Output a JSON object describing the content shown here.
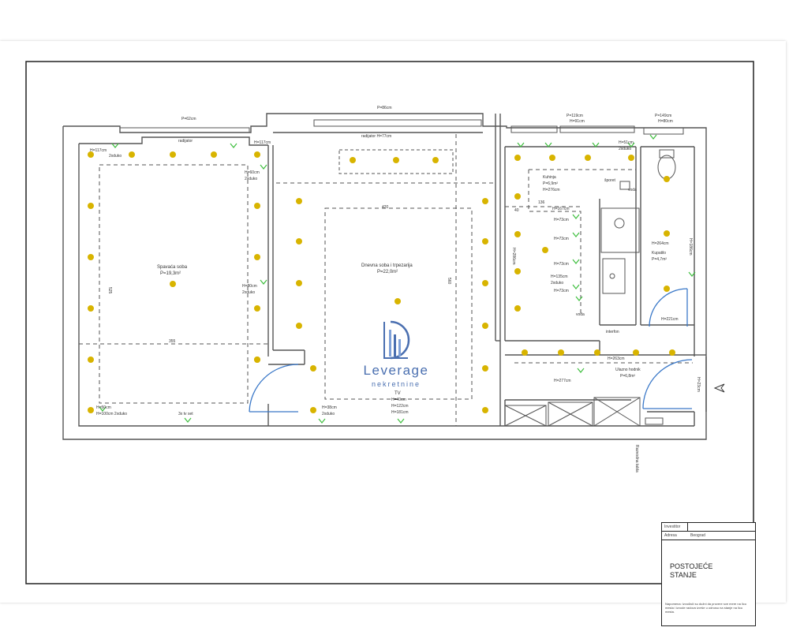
{
  "plan": {
    "colors": {
      "wall": "#555555",
      "lamp": "#d8b400",
      "switch": "#3fbf3f",
      "door": "#3a78c8",
      "dash": "#555555"
    },
    "top_labels": {
      "win1": "P=62cm",
      "win2": "P=86cm",
      "win3": "P=119cm",
      "win3b": "H=91cm",
      "win4": "P=149cm",
      "win4b": "H=80cm",
      "radiator1": "radijator",
      "radiator2": "radijator H=77cm"
    },
    "bedroom": {
      "name": "Spavaća soba",
      "area": "P=19,3m²",
      "h1": "H=117cm",
      "h2": "2xduko",
      "h3": "H=117cm",
      "h4": "H=60cm",
      "h5": "2xduko",
      "h6": "H=80cm",
      "h7": "2xduko",
      "h8": "H=50cm",
      "h9": "H=100cm 2xduko",
      "h10": "3x tv set",
      "dim": "355",
      "dim_v": "525"
    },
    "living": {
      "name": "Dnevna soba i trpezarija",
      "area": "P=22,0m²",
      "dim": "420",
      "dim_v": "560",
      "tv": "TV",
      "tv2": "H=40cm",
      "tv3": "H=122cm",
      "tv4": "H=181cm",
      "h1": "H=38cm",
      "h2": "2xduko"
    },
    "kitchen": {
      "name": "Kuhinja",
      "area": "P=6,9m²",
      "h": "H=276cm",
      "stove": "šporet",
      "sink": "voda",
      "h1": "H=167cm",
      "h2": "H=73cm",
      "h3": "H=73cm",
      "h4": "H=73cm",
      "h5": "H=135cm",
      "h6": "2xduko",
      "h7": "H=73cm",
      "h8": "136",
      "h9": "H=286cm",
      "water": "voda",
      "h10": "H=51cm",
      "h11": "2xduko",
      "dim1": "40"
    },
    "bath": {
      "name": "Kupatilo",
      "area": "P=4,7m²",
      "h": "H=264cm",
      "h2": "H=221cm",
      "h3": "H=186cm",
      "intercom": "interfon"
    },
    "hall": {
      "name": "Ulazno hodnik",
      "area": "P=6,8m²",
      "h1": "H=277cm",
      "h2": "H=263cm",
      "h3": "H=23cm"
    },
    "fusebox": "Razvodna tabla"
  },
  "logo": {
    "name": "Leverage",
    "sub": "nekretnine"
  },
  "titleblock": {
    "row1_label": "Investitor",
    "row2_label": "Adresa",
    "row2_value": "Beograd",
    "title_line1": "POSTOJEĆE",
    "title_line2": "STANJE",
    "note": "Napomena: Izvođači su dužni da provere sve mere na licu mesta i izvode radova izvrše u odnosu na stanje na licu mesta."
  }
}
